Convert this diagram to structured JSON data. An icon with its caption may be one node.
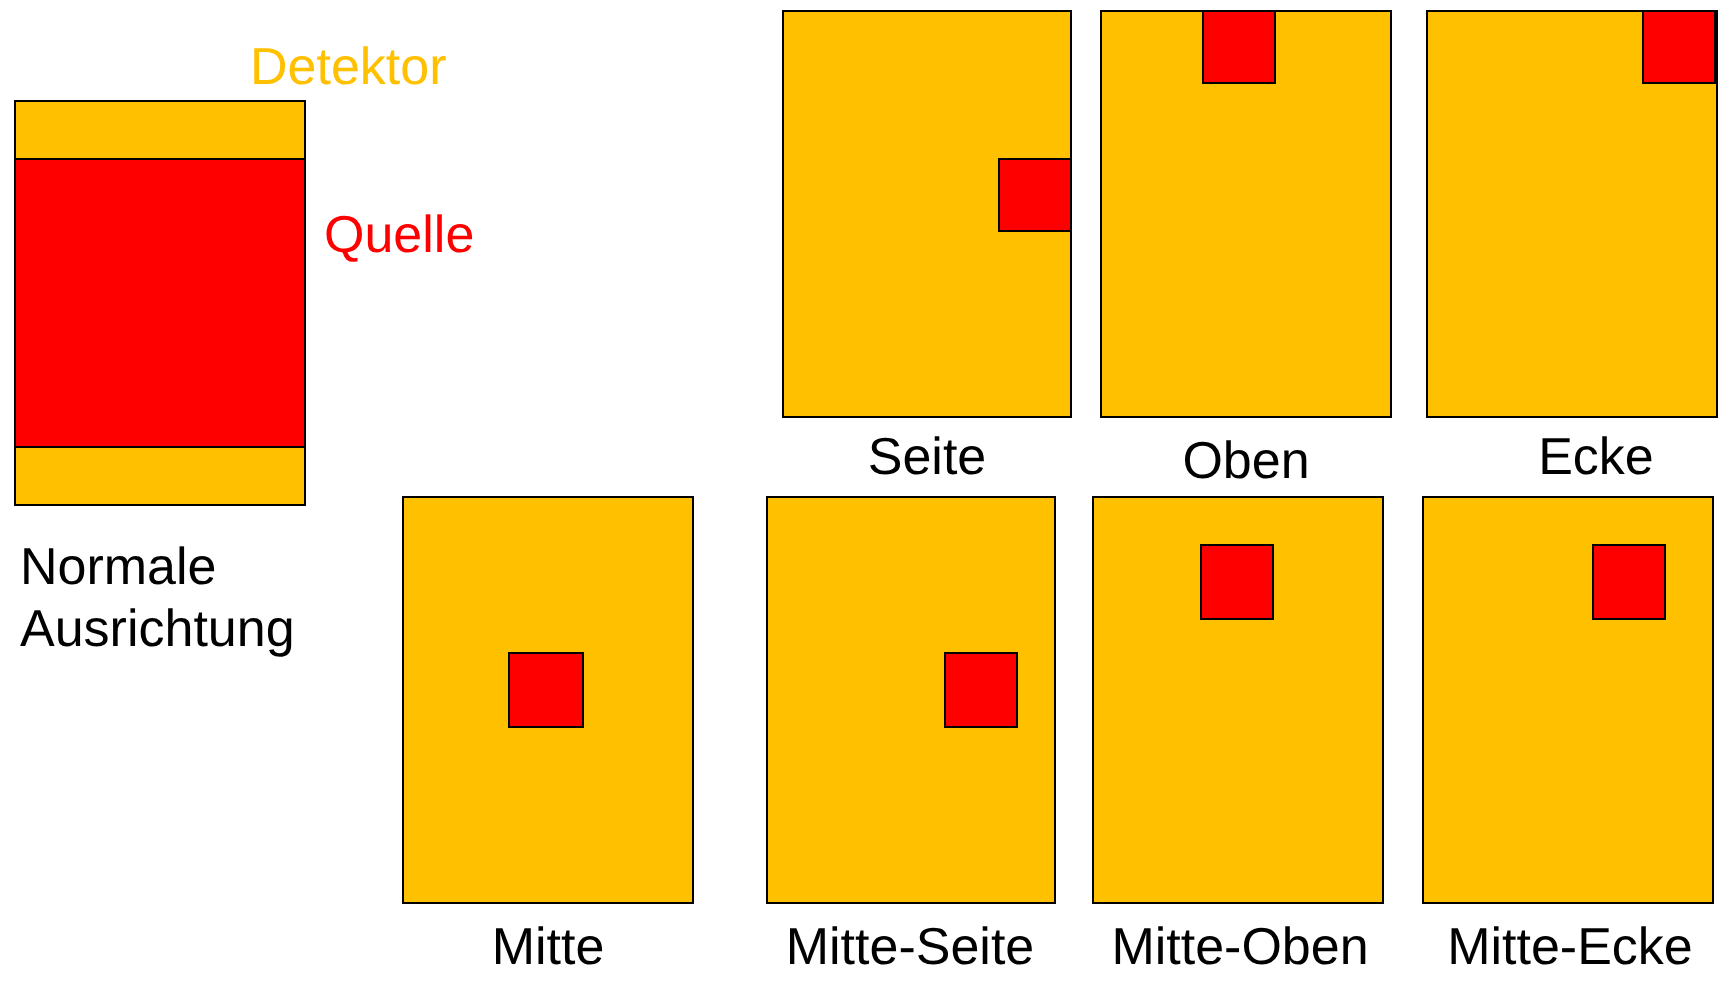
{
  "diagram": {
    "nodes": [
      {
        "text": [],
        "shape": "box",
        "beside": [
          "Detektor",
          "Normale Ausrichtung"
        ]
      },
      {
        "text": [],
        "shape": "box",
        "in": 0,
        "beside": [
          "Quelle"
        ]
      },
      {
        "text": [],
        "shape": "box",
        "beside": [
          "Seite"
        ]
      },
      {
        "text": [],
        "shape": "box",
        "in": 2
      },
      {
        "text": [],
        "shape": "box",
        "beside": [
          "Oben"
        ]
      },
      {
        "text": [],
        "shape": "box",
        "in": 4
      },
      {
        "text": [],
        "shape": "box",
        "beside": [
          "Ecke"
        ]
      },
      {
        "text": [],
        "shape": "box",
        "in": 6
      },
      {
        "text": [],
        "shape": "box",
        "beside": [
          "Mitte"
        ]
      },
      {
        "text": [],
        "shape": "box",
        "in": 8
      },
      {
        "text": [],
        "shape": "box",
        "beside": [
          "Mitte-Seite"
        ]
      },
      {
        "text": [],
        "shape": "box",
        "in": 10
      },
      {
        "text": [],
        "shape": "box",
        "beside": [
          "Mitte-Oben"
        ]
      },
      {
        "text": [],
        "shape": "box",
        "in": 12
      },
      {
        "text": [],
        "shape": "box",
        "beside": [
          "Mitte-Ecke"
        ]
      },
      {
        "text": [],
        "shape": "box",
        "in": 14
      }
    ]
  }
}
